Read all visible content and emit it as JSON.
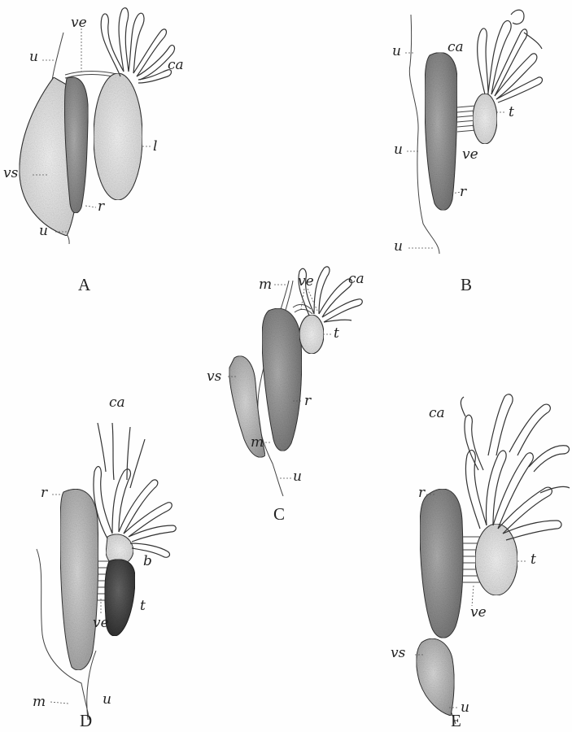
{
  "figures": [
    {
      "id": "A",
      "caption": "A",
      "labels": [
        "u",
        "ve",
        "ca",
        "vs",
        "l",
        "r",
        "u"
      ]
    },
    {
      "id": "B",
      "caption": "B",
      "labels": [
        "u",
        "ca",
        "t",
        "u",
        "ve",
        "r",
        "u"
      ]
    },
    {
      "id": "C",
      "caption": "C",
      "labels": [
        "ve",
        "ca",
        "m",
        "t",
        "vs",
        "r",
        "m",
        "u"
      ]
    },
    {
      "id": "D",
      "caption": "D",
      "labels": [
        "ca",
        "r",
        "b",
        "t",
        "ve",
        "m",
        "u"
      ]
    },
    {
      "id": "E",
      "caption": "E",
      "labels": [
        "ca",
        "r",
        "t",
        "ve",
        "vs",
        "u"
      ]
    }
  ],
  "colors": {
    "ink": "#333333",
    "stipple_dark": "#7a7a7a",
    "stipple_mid": "#bdbdbd",
    "stipple_light": "#e4e4e4",
    "paper": "#fefefe"
  }
}
